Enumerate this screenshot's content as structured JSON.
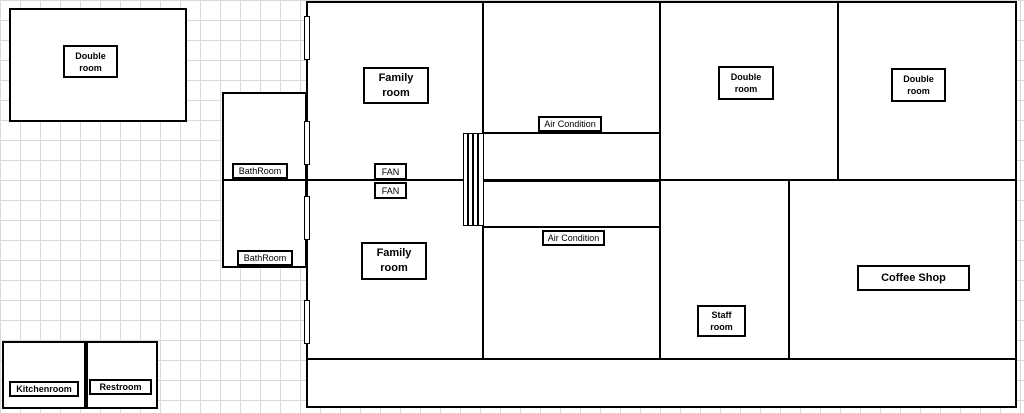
{
  "rooms": {
    "double_room_1": "Double\nroom",
    "family_room_top": "Family\nroom",
    "double_room_2": "Double\nroom",
    "double_room_3": "Double\nroom",
    "air_condition_top": "Air Condition",
    "air_condition_bottom": "Air Condition",
    "bathroom_top": "BathRoom",
    "bathroom_bottom": "BathRoom",
    "fan_top": "FAN",
    "fan_bottom": "FAN",
    "family_room_bottom": "Family\nroom",
    "coffee_shop": "Coffee Shop",
    "staff_room": "Staff\nroom",
    "kitchenroom": "Kitchenroom",
    "restroom": "Restroom"
  },
  "colors": {
    "line": "#000000",
    "grid": "#d9d9d9",
    "background": "#ffffff"
  }
}
